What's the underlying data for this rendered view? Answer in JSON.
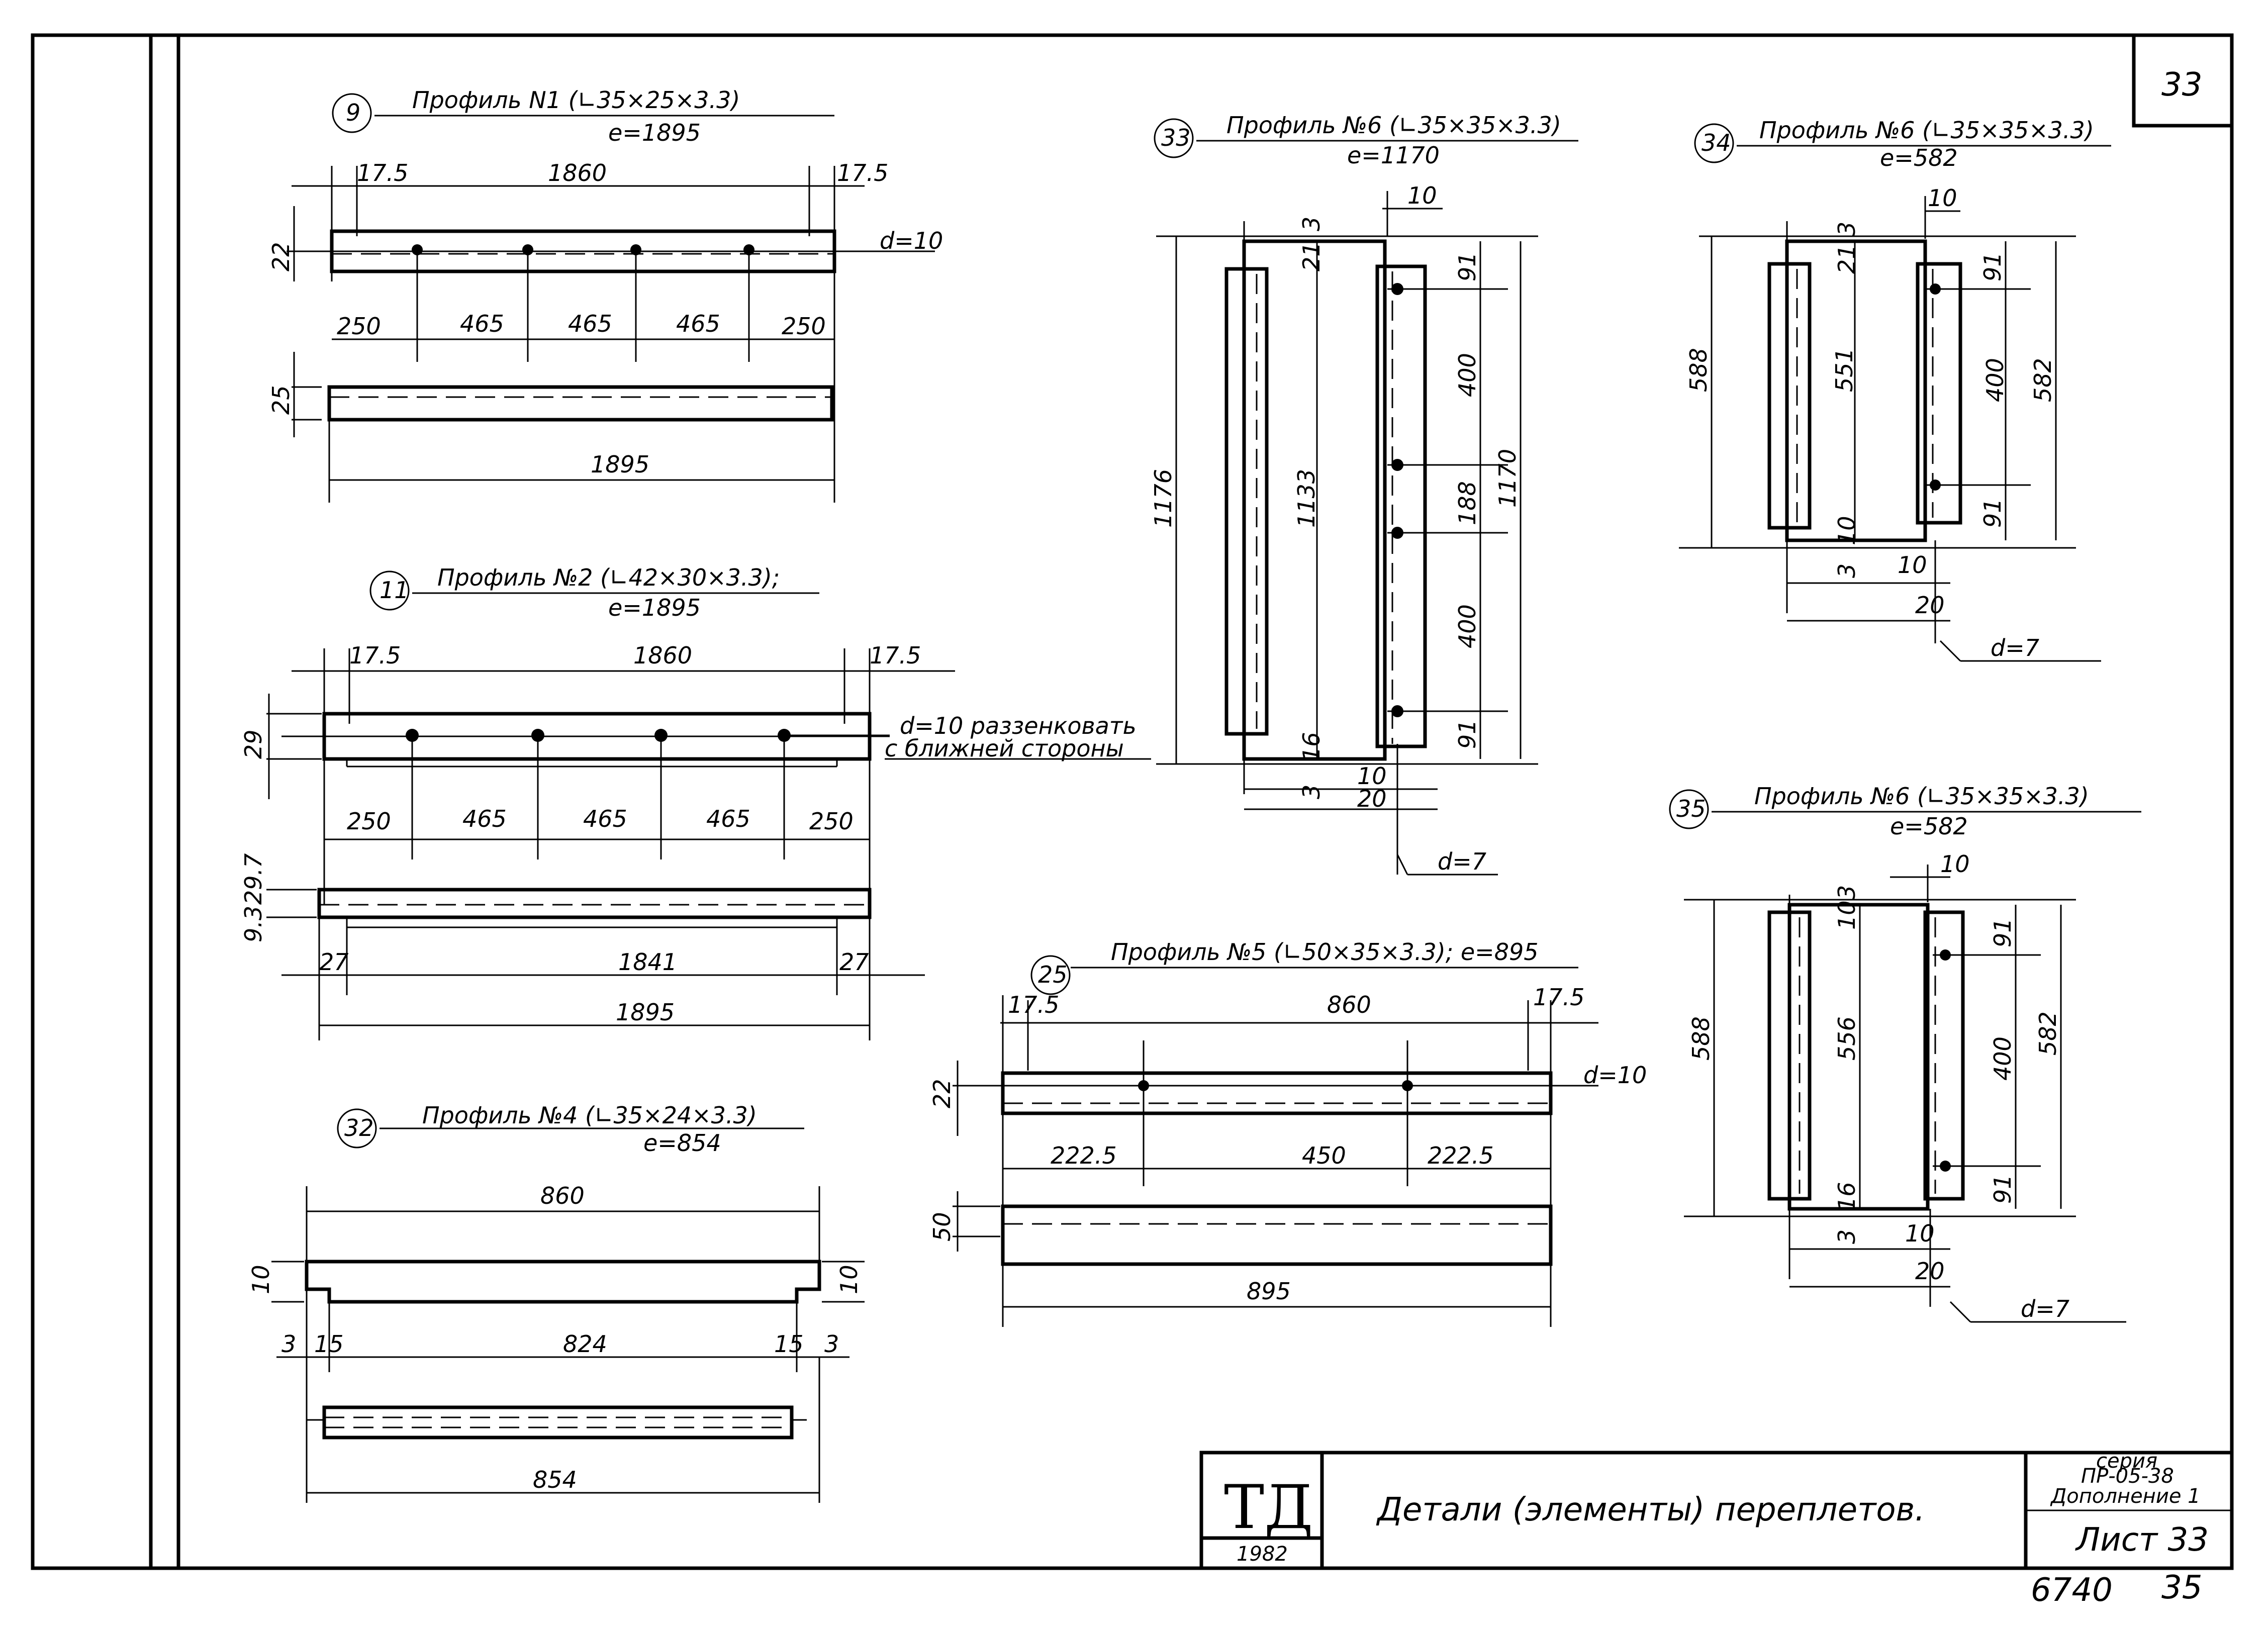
{
  "sheet": {
    "corner_number": "33",
    "bottom_left_code": "6740",
    "bottom_right_code": "35"
  },
  "title_block": {
    "org": "ТД",
    "year": "1982",
    "title": "Детали (элементы) переплетов.",
    "series_line1": "серия",
    "series_line2": "ПР-05-38",
    "series_line3": "Дополнение 1",
    "sheet_label": "Лист 33"
  },
  "details": {
    "d9": {
      "num": "9",
      "title": "Профиль N1 (∟35×25×3.3)",
      "length": "е=1895",
      "dims": {
        "end_l": "17.5",
        "mid": "1860",
        "end_r": "17.5",
        "h": "22",
        "hole": "d=10",
        "s1": "250",
        "s2": "465",
        "s3": "465",
        "s4": "465",
        "s5": "250",
        "h2": "25",
        "total": "1895"
      }
    },
    "d11": {
      "num": "11",
      "title": "Профиль №2 (∟42×30×3.3);",
      "length": "е=1895",
      "dims": {
        "end_l": "17.5",
        "mid": "1860",
        "end_r": "17.5",
        "h": "29",
        "hole_line1": "d=10 раззенковать",
        "hole_line2": "с ближней стороны",
        "s1": "250",
        "s2": "465",
        "s3": "465",
        "s4": "465",
        "s5": "250",
        "h2": "29.7",
        "h3": "9.3",
        "c_l": "27",
        "c_mid": "1841",
        "c_r": "27",
        "total": "1895"
      }
    },
    "d32": {
      "num": "32",
      "title": "Профиль №4 (∟35×24×3.3)",
      "length": "е=854",
      "dims": {
        "top": "860",
        "h_l": "10",
        "h_r": "10",
        "g_l": "3",
        "n_l": "15",
        "mid": "824",
        "n_r": "15",
        "g_r": "3",
        "total": "854"
      }
    },
    "d33": {
      "num": "33",
      "title": "Профиль №6 (∟35×35×3.3)",
      "length": "е=1170",
      "dims": {
        "top": "10",
        "a1": "3",
        "a2": "21",
        "outer": "1176",
        "inner": "1133",
        "s1": "91",
        "s2": "400",
        "s3": "188",
        "s4": "400",
        "s5": "91",
        "total": "1170",
        "b1": "16",
        "b2": "3",
        "b3": "10",
        "b4": "20",
        "hole": "d=7"
      }
    },
    "d34": {
      "num": "34",
      "title": "Профиль №6 (∟35×35×3.3)",
      "length": "е=582",
      "dims": {
        "top": "10",
        "a1": "3",
        "a2": "21",
        "outer": "588",
        "inner": "551",
        "s1": "91",
        "s2": "400",
        "s3": "91",
        "total": "582",
        "b1": "10",
        "b2": "3",
        "b3": "10",
        "b4": "20",
        "hole": "d=7"
      }
    },
    "d35": {
      "num": "35",
      "title": "Профиль №6 (∟35×35×3.3)",
      "length": "е=582",
      "dims": {
        "top": "10",
        "a1": "3",
        "a2": "10",
        "outer": "588",
        "inner": "556",
        "s1": "91",
        "s2": "400",
        "s3": "91",
        "total": "582",
        "b1": "16",
        "b2": "3",
        "b3": "10",
        "b4": "20",
        "hole": "d=7"
      }
    },
    "d25": {
      "num": "25",
      "title": "Профиль №5 (∟50×35×3.3); е=895",
      "dims": {
        "end_l": "17.5",
        "mid": "860",
        "end_r": "17.5",
        "h": "22",
        "hole": "d=10",
        "s1": "222.5",
        "s2": "450",
        "s3": "222.5",
        "h2": "50",
        "total": "895"
      }
    }
  }
}
